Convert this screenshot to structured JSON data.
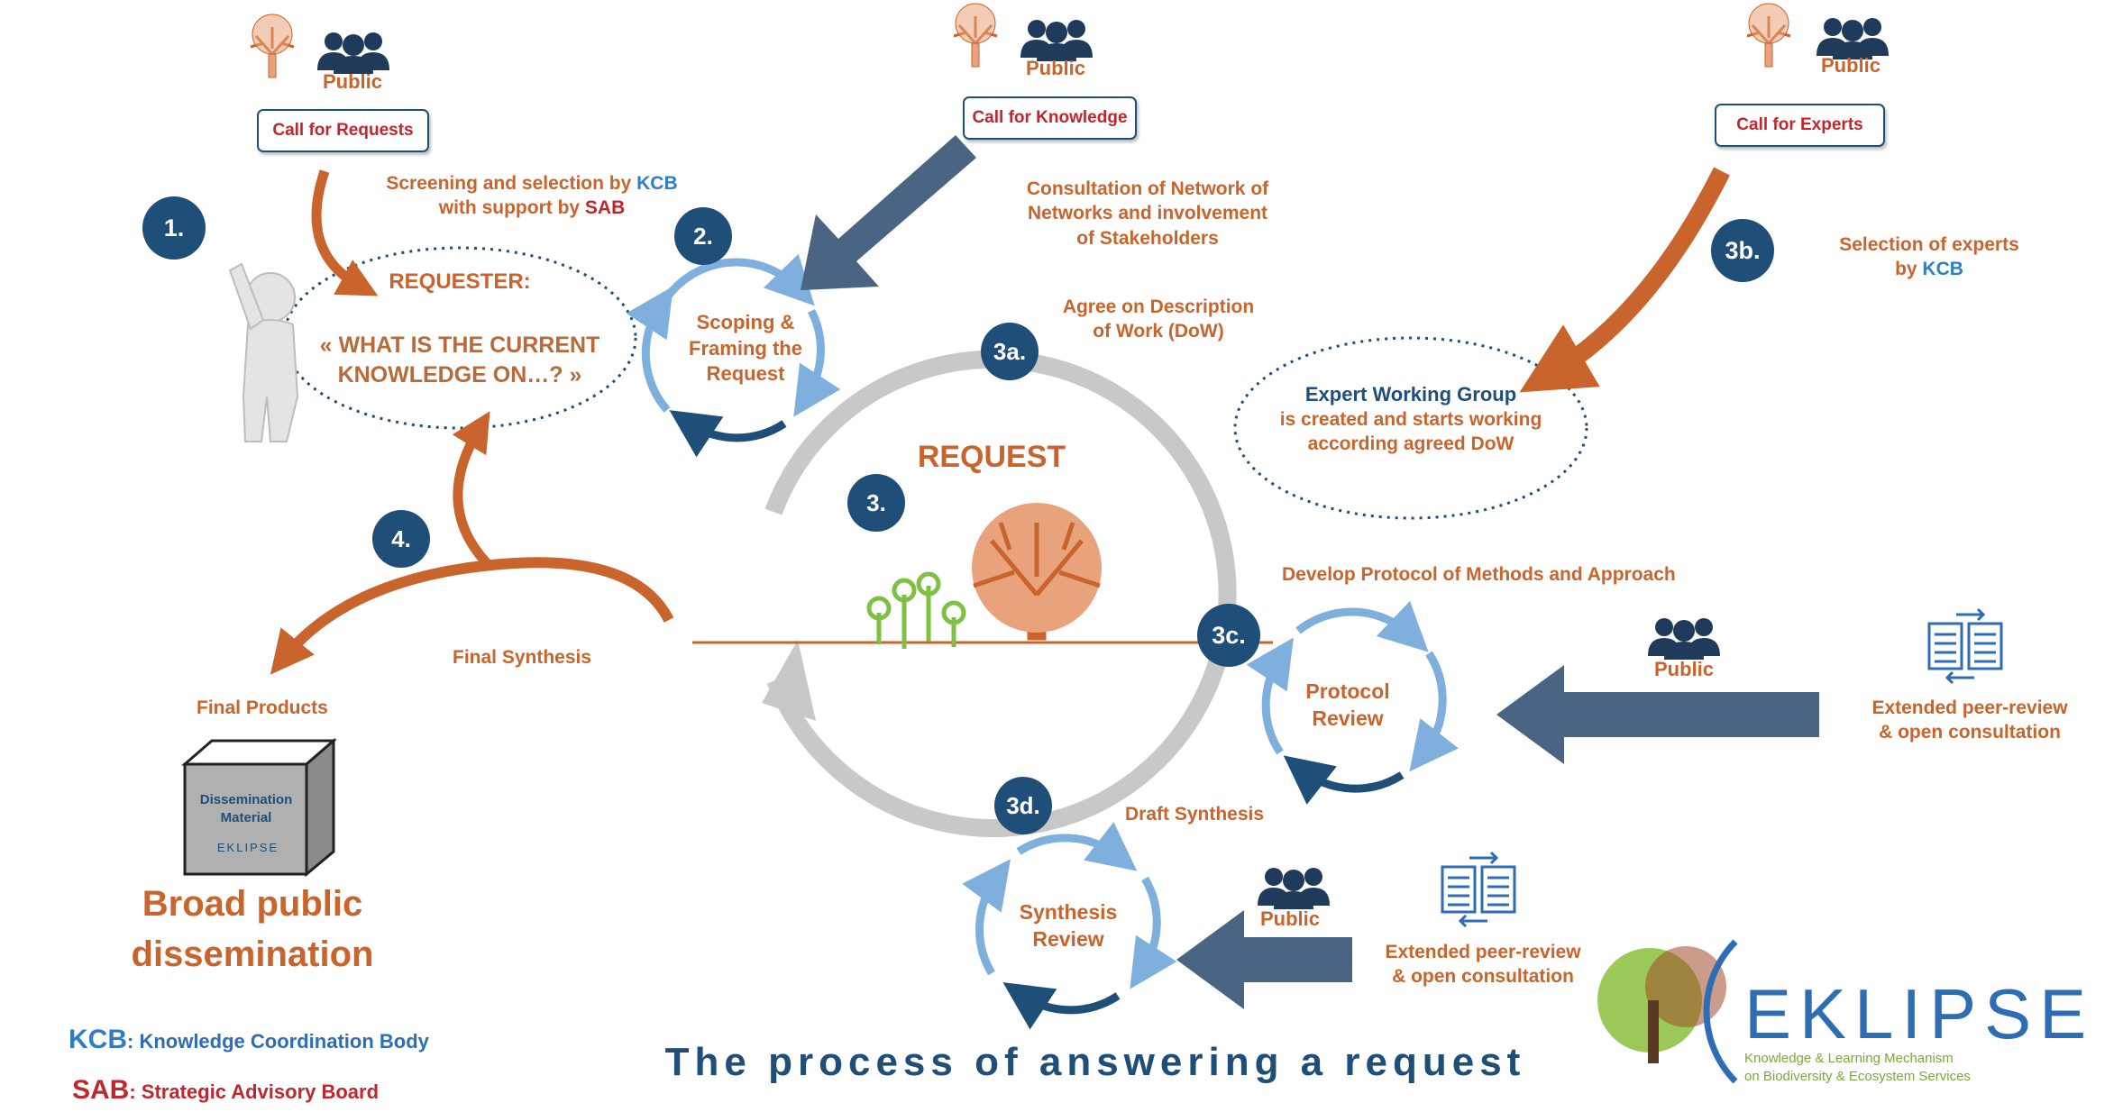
{
  "title": "The process of answering a request",
  "public_label": "Public",
  "calls": {
    "requests": "Call for Requests",
    "knowledge": "Call for Knowledge",
    "experts": "Call for Experts"
  },
  "screening": {
    "line1_prefix": "Screening and selection by ",
    "kcb": "KCB",
    "line2_prefix": "with support by ",
    "sab": "SAB"
  },
  "consultation": [
    "Consultation of Network of",
    "Networks and involvement",
    "of  Stakeholders"
  ],
  "selection_experts": {
    "line1": "Selection of experts",
    "line2_prefix": "by ",
    "kcb": "KCB"
  },
  "requester": {
    "label": "REQUESTER:",
    "line1": "« WHAT IS THE CURRENT",
    "line2": "KNOWLEDGE ON…? »"
  },
  "scoping": [
    "Scoping &",
    "Framing the",
    "Request"
  ],
  "agree": [
    "Agree on Description",
    "of Work (DoW)"
  ],
  "expert_group": [
    "Expert Working Group",
    "is created and starts working",
    "according agreed DoW"
  ],
  "request_label": "REQUEST",
  "develop_protocol": "Develop Protocol of Methods and Approach",
  "protocol_review": [
    "Protocol",
    "Review"
  ],
  "synthesis_review": [
    "Synthesis",
    "Review"
  ],
  "extended_review": [
    "Extended peer-review",
    "& open consultation"
  ],
  "draft_synthesis": "Draft  Synthesis",
  "final_synthesis": "Final Synthesis",
  "final_products": "Final Products",
  "dissemination_material": [
    "Dissemination",
    "Material"
  ],
  "mini_logo": "EKLIPSE",
  "broad_public": [
    "Broad public",
    "dissemination"
  ],
  "steps": {
    "s1": "1.",
    "s2": "2.",
    "s3": "3.",
    "s3a": "3a.",
    "s3b": "3b.",
    "s3c": "3c.",
    "s3d": "3d.",
    "s4": "4."
  },
  "legend": {
    "kcb_abbr": "KCB",
    "kcb_text": ": Knowledge Coordination Body",
    "sab_abbr": "SAB",
    "sab_text": ": Strategic Advisory Board"
  },
  "brand": {
    "name": "EKLIPSE",
    "tagline1": "Knowledge & Learning Mechanism",
    "tagline2": "on Biodiversity & Ecosystem Services"
  },
  "colors": {
    "orange": "#c8642c",
    "navy": "#1f4e79",
    "light_blue": "#7fb0dd",
    "slate_arrow": "#4a6484",
    "grey": "#c8c8c8",
    "red": "#c0262d",
    "kcb_blue": "#2e7dc6",
    "green": "#7dc043"
  },
  "icons": [
    "tree-icon",
    "people-icon",
    "document-exchange-icon",
    "person-figure",
    "dissemination-box"
  ]
}
